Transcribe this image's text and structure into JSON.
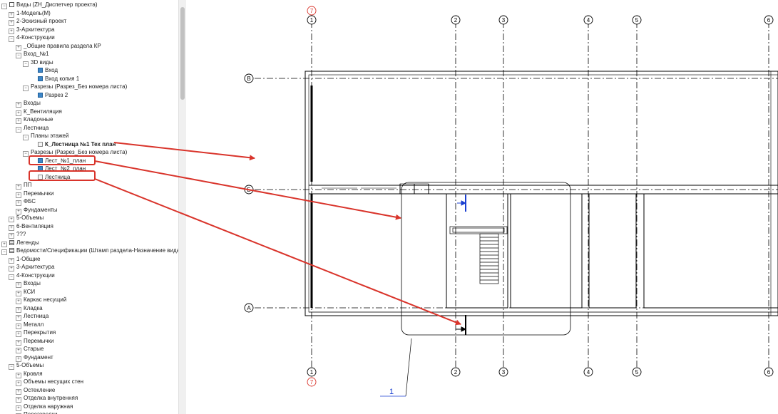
{
  "tree": {
    "items": [
      {
        "label": "Виды (ZH_Диспетчер проекта)",
        "depth": 0,
        "toggle": "−",
        "icon": "root"
      },
      {
        "label": "1-Модель(М)",
        "depth": 1,
        "toggle": "+"
      },
      {
        "label": "2-Эскизный проект",
        "depth": 1,
        "toggle": "+"
      },
      {
        "label": "3-Архитектура",
        "depth": 1,
        "toggle": "+"
      },
      {
        "label": "4-Конструкции",
        "depth": 1,
        "toggle": "−"
      },
      {
        "label": "_Общие правила раздела КР",
        "depth": 2,
        "toggle": "+"
      },
      {
        "label": "Вход_№1",
        "depth": 2,
        "toggle": "−"
      },
      {
        "label": "3D виды",
        "depth": 3,
        "toggle": "−"
      },
      {
        "label": "Вход",
        "depth": 4,
        "icon": "doc"
      },
      {
        "label": "Вход копия 1",
        "depth": 4,
        "icon": "doc"
      },
      {
        "label": "Разрезы (Разрез_Без номера листа)",
        "depth": 3,
        "toggle": "−"
      },
      {
        "label": "Разрез 2",
        "depth": 4,
        "icon": "doc"
      },
      {
        "label": "Входы",
        "depth": 2,
        "toggle": "+"
      },
      {
        "label": "К_Вентиляция",
        "depth": 2,
        "toggle": "+"
      },
      {
        "label": "Кладочные",
        "depth": 2,
        "toggle": "+"
      },
      {
        "label": "Лестница",
        "depth": 2,
        "toggle": "−"
      },
      {
        "label": "Планы этажей",
        "depth": 3,
        "toggle": "−"
      },
      {
        "label": "К_Лестница №1 Тех план",
        "depth": 4,
        "icon": "view",
        "bold": true
      },
      {
        "label": "Разрезы (Разрез_Без номера листа)",
        "depth": 3,
        "toggle": "−"
      },
      {
        "label": "Лест_№1_план",
        "depth": 4,
        "icon": "doc"
      },
      {
        "label": "Лест_№2_план",
        "depth": 4,
        "icon": "doc"
      },
      {
        "label": "Лестница",
        "depth": 4,
        "icon": "view"
      },
      {
        "label": "ПП",
        "depth": 2,
        "toggle": "+"
      },
      {
        "label": "Перемычки",
        "depth": 2,
        "toggle": "+"
      },
      {
        "label": "ФБС",
        "depth": 2,
        "toggle": "+"
      },
      {
        "label": "Фундаменты",
        "depth": 2,
        "toggle": "+"
      },
      {
        "label": "5-Объемы",
        "depth": 1,
        "toggle": "+"
      },
      {
        "label": "6-Вентиляция",
        "depth": 1,
        "toggle": "+"
      },
      {
        "label": "???",
        "depth": 1,
        "toggle": "+"
      },
      {
        "label": "Легенды",
        "depth": 0,
        "toggle": "+",
        "icon": "grid"
      },
      {
        "label": "Ведомости/Спецификации (Штамп раздела-Назначение вида)",
        "depth": 0,
        "toggle": "−",
        "icon": "grid"
      },
      {
        "label": "1-Общие",
        "depth": 1,
        "toggle": "+"
      },
      {
        "label": "3-Архитектура",
        "depth": 1,
        "toggle": "+"
      },
      {
        "label": "4-Конструкции",
        "depth": 1,
        "toggle": "−"
      },
      {
        "label": "Входы",
        "depth": 2,
        "toggle": "+"
      },
      {
        "label": "КСИ",
        "depth": 2,
        "toggle": "+"
      },
      {
        "label": "Каркас несущий",
        "depth": 2,
        "toggle": "+"
      },
      {
        "label": "Кладка",
        "depth": 2,
        "toggle": "+"
      },
      {
        "label": "Лестница",
        "depth": 2,
        "toggle": "+"
      },
      {
        "label": "Металл",
        "depth": 2,
        "toggle": "+"
      },
      {
        "label": "Перекрытия",
        "depth": 2,
        "toggle": "+"
      },
      {
        "label": "Перемычки",
        "depth": 2,
        "toggle": "+"
      },
      {
        "label": "Старые",
        "depth": 2,
        "toggle": "+"
      },
      {
        "label": "Фундамент",
        "depth": 2,
        "toggle": "+"
      },
      {
        "label": "5-Объемы",
        "depth": 1,
        "toggle": "−"
      },
      {
        "label": "Кровля",
        "depth": 2,
        "toggle": "+"
      },
      {
        "label": "Объемы несущих стен",
        "depth": 2,
        "toggle": "+"
      },
      {
        "label": "Остекление",
        "depth": 2,
        "toggle": "+"
      },
      {
        "label": "Отделка внутренняя",
        "depth": 2,
        "toggle": "+"
      },
      {
        "label": "Отделка наружная",
        "depth": 2,
        "toggle": "+"
      },
      {
        "label": "Перегородки",
        "depth": 2,
        "toggle": "+"
      }
    ]
  },
  "grid": {
    "vertical": [
      "1",
      "2",
      "3",
      "4",
      "5",
      "6"
    ],
    "horizontal": [
      "В",
      "Б",
      "А"
    ],
    "marker": "7"
  },
  "section_label": "1",
  "colors": {
    "arrow": "#d9342b",
    "highlight": "#d9342b",
    "section_blue": "#1a3fd1",
    "tree_icon": "#3d86c8"
  }
}
